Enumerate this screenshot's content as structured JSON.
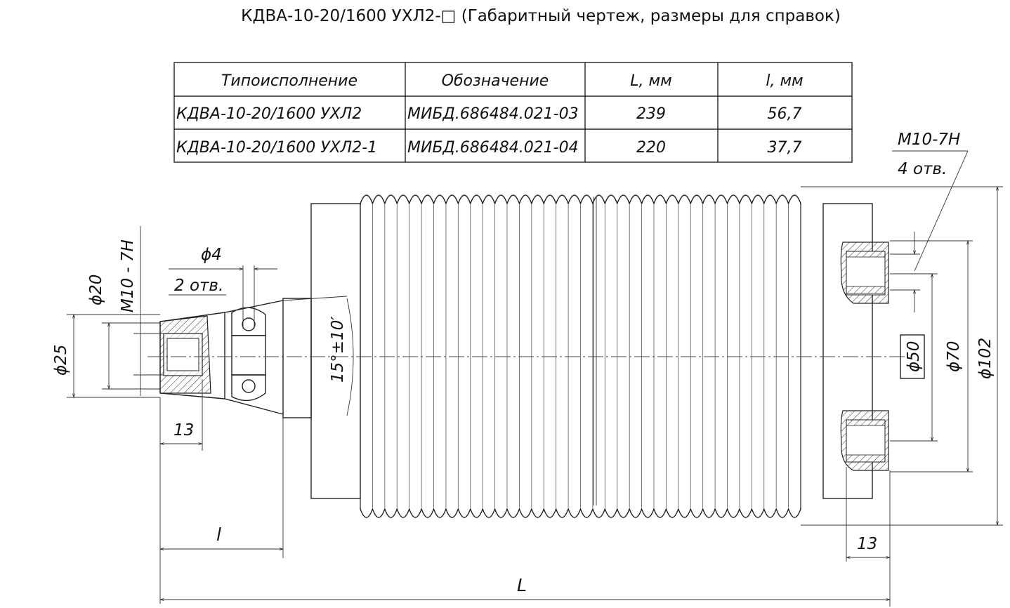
{
  "title": "КДВА-10-20/1600 УХЛ2-□ (Габаритный чертеж, размеры для справок)",
  "table": {
    "headers": [
      "Типоисполнение",
      "Обозначение",
      "L, мм",
      "l, мм"
    ],
    "rows": [
      [
        "КДВА-10-20/1600 УХЛ2",
        "МИБД.686484.021-03",
        "239",
        "56,7"
      ],
      [
        "КДВА-10-20/1600 УХЛ2-1",
        "МИБД.686484.021-04",
        "220",
        "37,7"
      ]
    ]
  },
  "dimensions": {
    "phi4": "ϕ4",
    "holes2": "2 отв.",
    "phi20": "ϕ20",
    "thread_left": "M10 - 7H",
    "phi25": "ϕ25",
    "len13_left": "13",
    "angle": "15°±10′",
    "thread_right": "M10-7H",
    "holes4": "4 отв.",
    "phi50": "ϕ50",
    "phi70": "ϕ70",
    "phi102": "ϕ102",
    "len13_right": "13",
    "small_l": "l",
    "big_L": "L"
  }
}
